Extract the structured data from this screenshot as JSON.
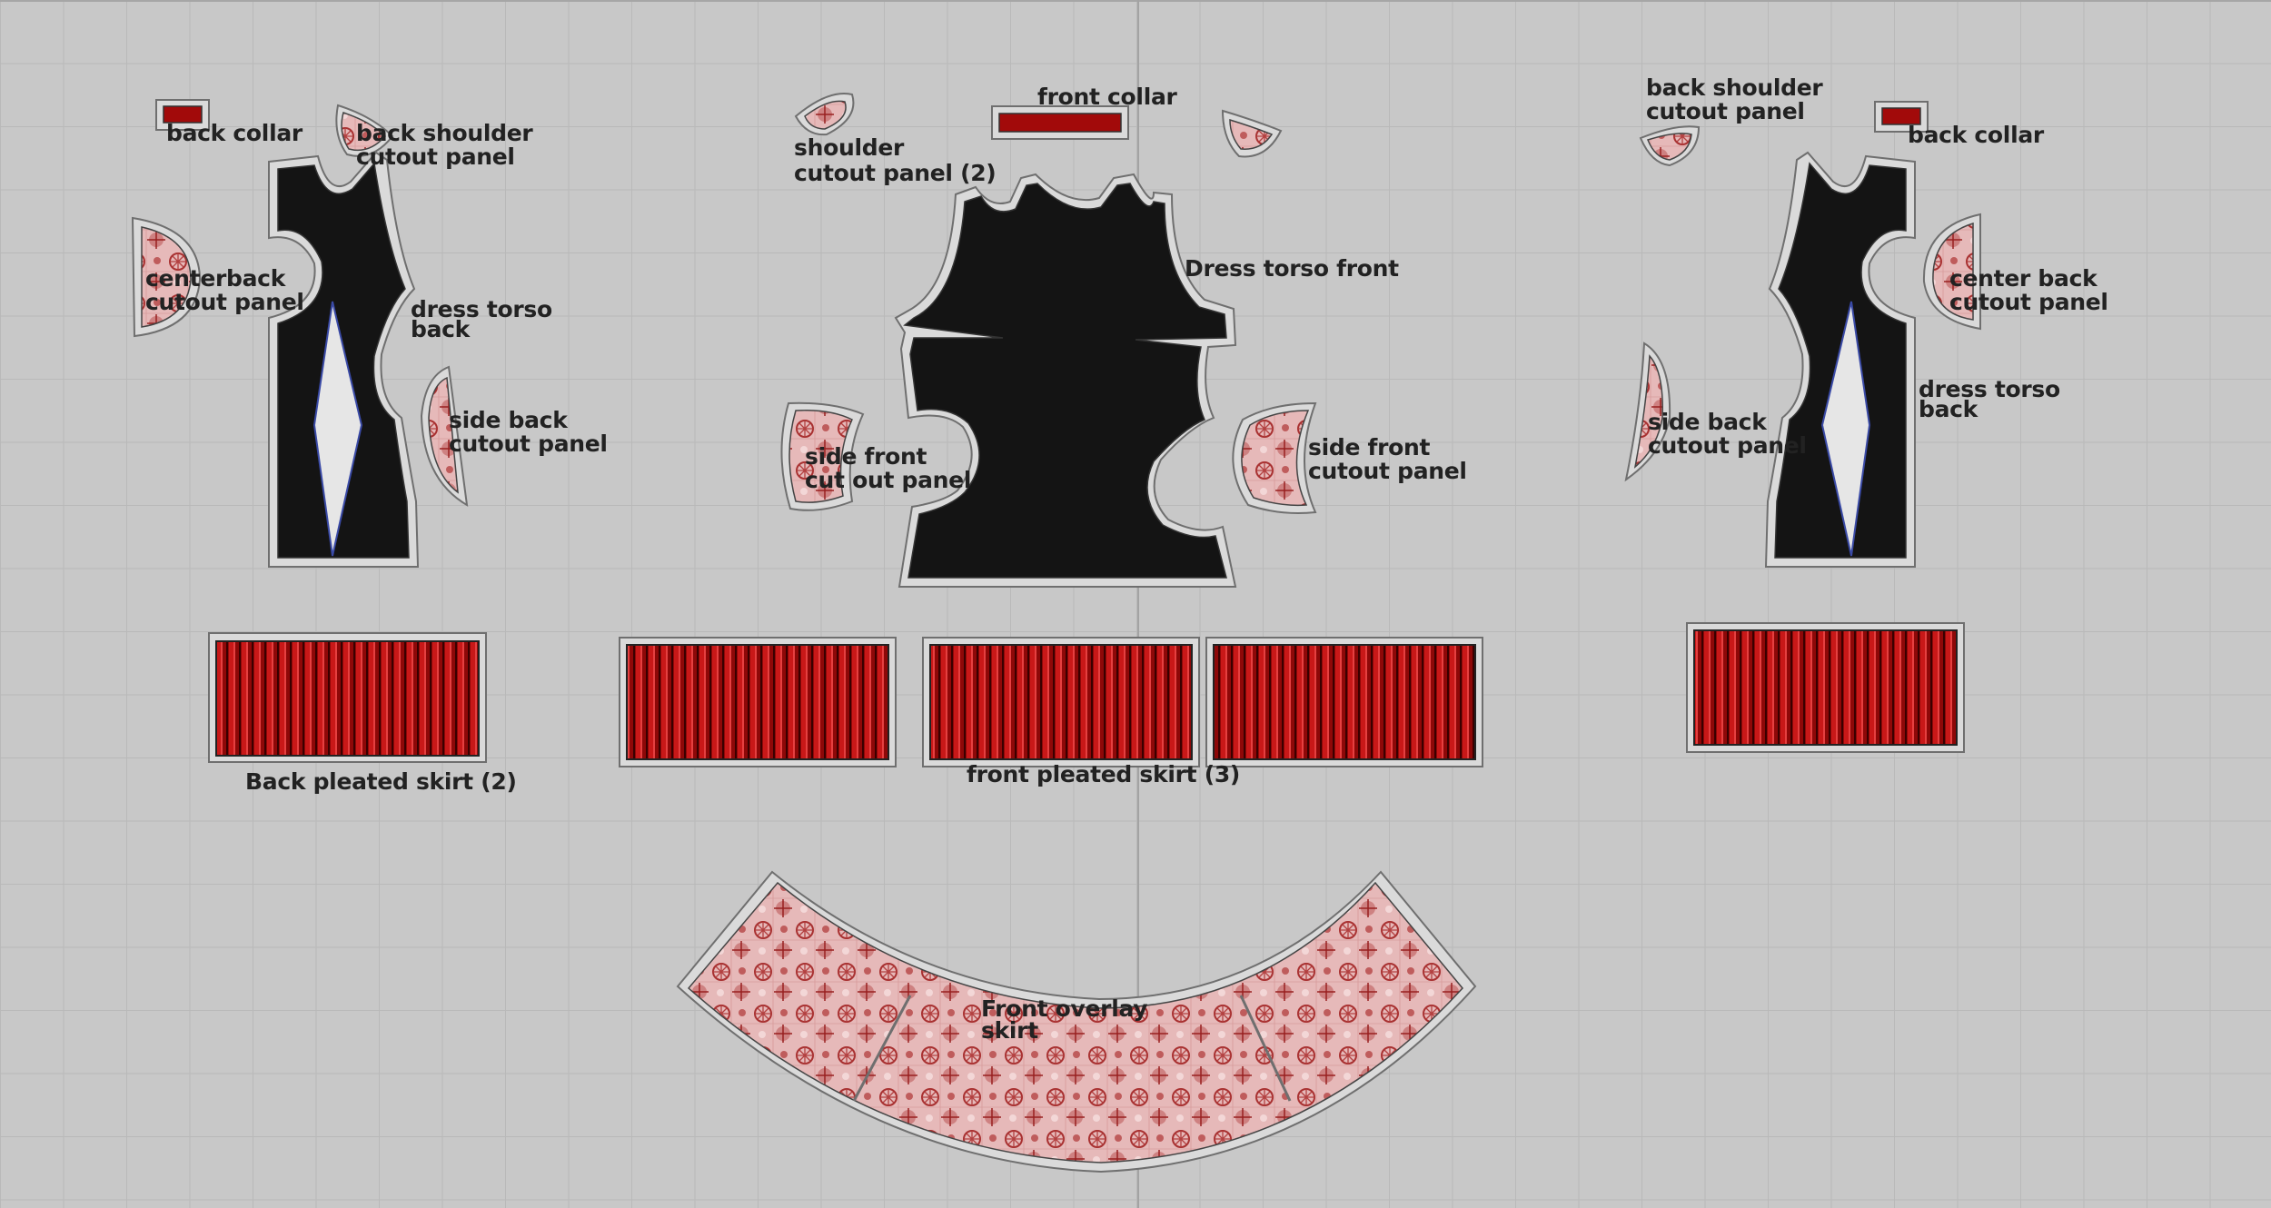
{
  "canvas": {
    "background": "#c8c8c8",
    "grid_color": "#b9b9b9",
    "seam_allowance_color": "#dadada",
    "outline_color": "#6f6f6f"
  },
  "fabrics": {
    "black_fabric": "#141414",
    "red_pleat": "#9c0a0a",
    "red_pleat_light": "#d22020",
    "lace_base": "#e9bcbc",
    "lace_motif": "#a52a2a",
    "dart_line": "#3a4aa6"
  },
  "labels": {
    "back_collar_left": "back collar",
    "back_shoulder_left_1": "back shoulder",
    "back_shoulder_left_2": "cutout panel",
    "centerback_left_1": "centerback",
    "centerback_left_2": "cutout panel",
    "dress_back_left_1": "dress torso",
    "dress_back_left_2": "back",
    "side_back_left_1": "side back",
    "side_back_left_2": "cutout panel",
    "shoulder_cutout_1": "shoulder",
    "shoulder_cutout_2": "cutout panel (2)",
    "front_collar": "front collar",
    "dress_front": "Dress torso front",
    "side_front_left_1": "side front",
    "side_front_left_2": "cut out panel",
    "side_front_right_1": "side front",
    "side_front_right_2": "cutout panel",
    "back_shoulder_right_1": "back shoulder",
    "back_shoulder_right_2": "cutout panel",
    "back_collar_right": "back collar",
    "center_back_right_1": "center back",
    "center_back_right_2": "cutout panel",
    "dress_back_right_1": "dress torso",
    "dress_back_right_2": "back",
    "side_back_right_1": "side back",
    "side_back_right_2": "cutout panel",
    "back_pleated": "Back pleated skirt (2)",
    "front_pleated": "front pleated skirt (3)",
    "front_overlay_1": "Front overlay",
    "front_overlay_2": "skirt"
  }
}
